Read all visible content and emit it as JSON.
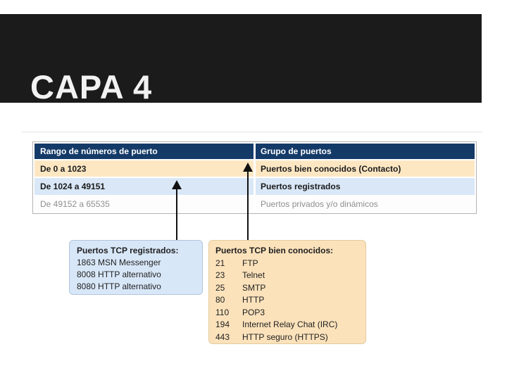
{
  "slide": {
    "title": "CAPA 4"
  },
  "table": {
    "headers": [
      "Rango de números de puerto",
      "Grupo de puertos"
    ],
    "rows": [
      {
        "range": "De 0 a 1023",
        "group": "Puertos bien conocidos (Contacto)"
      },
      {
        "range": "De 1024 a 49151",
        "group": "Puertos registrados"
      },
      {
        "range": "De 49152 a 65535",
        "group": "Puertos privados y/o dinámicos"
      }
    ]
  },
  "registered_box": {
    "title": "Puertos TCP registrados:",
    "items": [
      "1863 MSN Messenger",
      "8008 HTTP alternativo",
      "8080 HTTP alternativo"
    ]
  },
  "wellknown_box": {
    "title": "Puertos TCP bien conocidos:",
    "items": [
      {
        "port": "21",
        "name": "FTP"
      },
      {
        "port": "23",
        "name": "Telnet"
      },
      {
        "port": "25",
        "name": "SMTP"
      },
      {
        "port": "80",
        "name": "HTTP"
      },
      {
        "port": "110",
        "name": "POP3"
      },
      {
        "port": "194",
        "name": "Internet Relay Chat (IRC)"
      },
      {
        "port": "443",
        "name": "HTTP seguro (HTTPS)"
      }
    ]
  },
  "colors": {
    "title_bar_bg": "#1b1b1b",
    "header_bg": "#143a68",
    "row_wellknown_bg": "#fde7c3",
    "row_registered_bg": "#d9e7f7",
    "row_private_bg": "#fdfdfd",
    "box_blue_bg": "#d8e7f8",
    "box_orange_bg": "#fbe2bb",
    "arrow": "#111111"
  }
}
